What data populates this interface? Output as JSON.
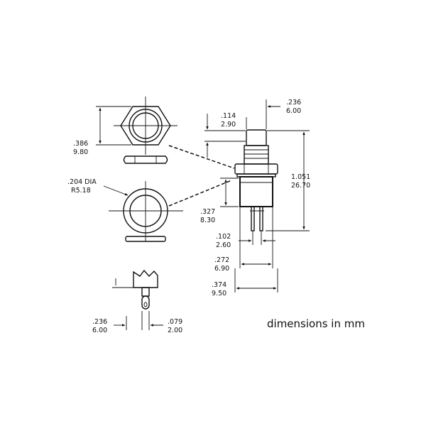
{
  "note": "dimensions in mm",
  "dims": {
    "nut_across": {
      "in": ".386",
      "mm": "9.80"
    },
    "hole_dia": {
      "in": ".204  DIA",
      "mm": "R5.18"
    },
    "cap_height": {
      "in": ".114",
      "mm": "2.90"
    },
    "cap_width": {
      "in": ".236",
      "mm": "6.00"
    },
    "total_height": {
      "in": "1.051",
      "mm": "26.70"
    },
    "body_height": {
      "in": ".327",
      "mm": "8.30"
    },
    "pin_gap": {
      "in": ".102",
      "mm": "2.60"
    },
    "body_width": {
      "in": ".272",
      "mm": "6.90"
    },
    "nut_width": {
      "in": ".374",
      "mm": "9.50"
    },
    "lug_height": {
      "in": ".236",
      "mm": "6.00"
    },
    "lug_width": {
      "in": ".079",
      "mm": "2.00"
    }
  }
}
